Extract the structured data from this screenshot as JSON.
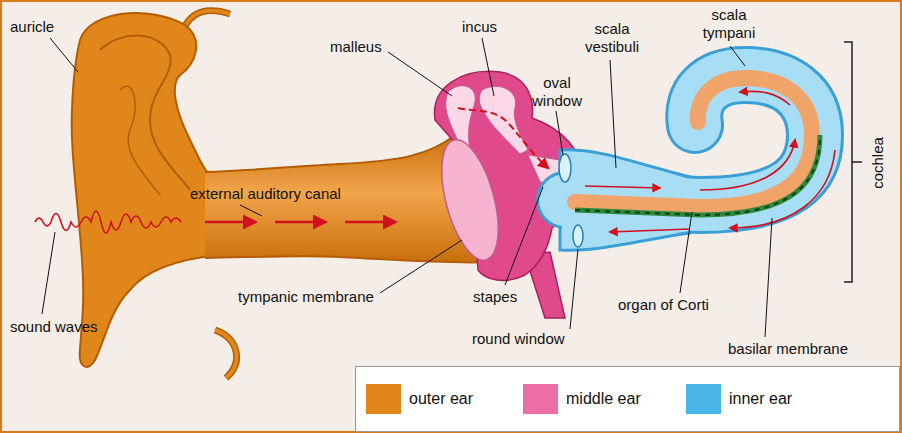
{
  "diagram": {
    "labels": [
      "auricle",
      "malleus",
      "incus",
      "scala vestibuli",
      "scala tympani",
      "cochlea",
      "oval window",
      "external auditory canal",
      "sound waves",
      "tympanic membrane",
      "stapes",
      "round window",
      "organ of Corti",
      "basilar membrane"
    ],
    "legend": [
      {
        "text": "outer ear",
        "color": "#e0861a"
      },
      {
        "text": "middle ear",
        "color": "#ec6ea6"
      },
      {
        "text": "inner ear",
        "color": "#48b6e6"
      }
    ]
  }
}
